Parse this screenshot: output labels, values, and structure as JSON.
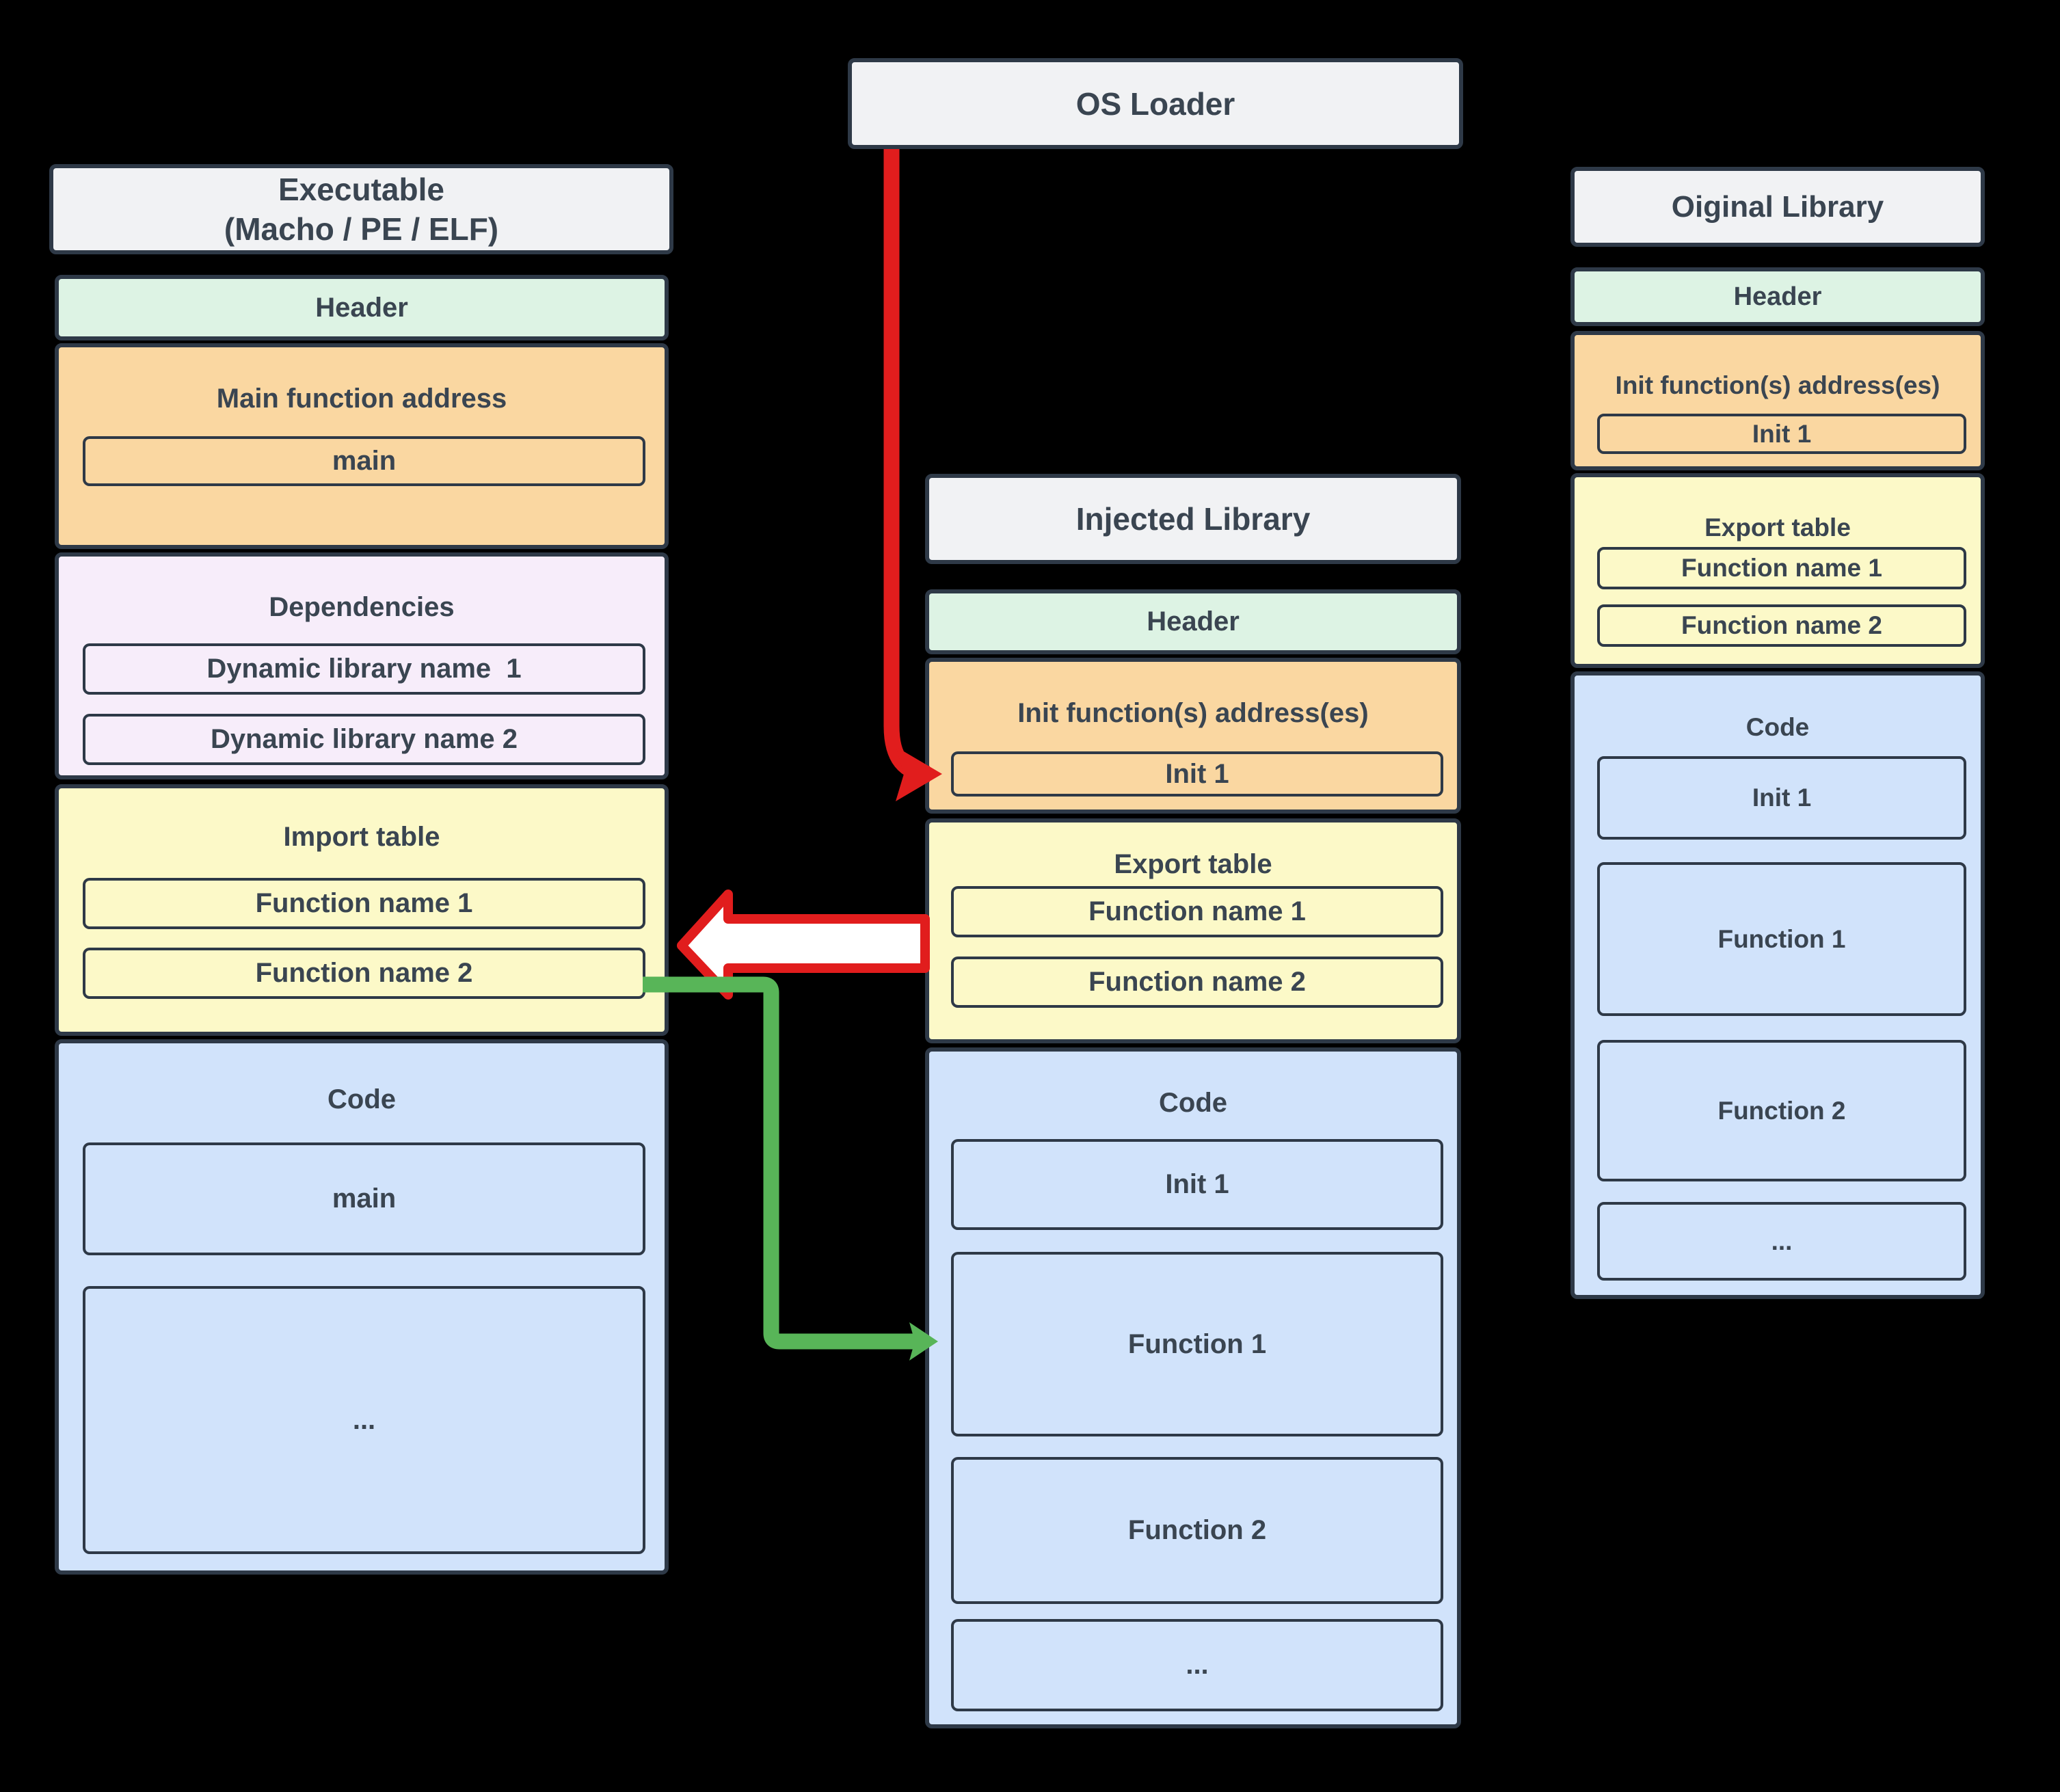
{
  "colors": {
    "background": "#000000",
    "title_box": "#f1f2f4",
    "header_section": "#ddf3e4",
    "address_section": "#fad7a1",
    "dependencies_section": "#f7edfa",
    "table_section": "#fcf9c8",
    "code_section": "#d1e3fb",
    "border": "#2e3947",
    "text": "#3a4551",
    "red_arrow": "#e11d1d",
    "white_arrow_fill": "#ffffff",
    "green_arrow": "#58b558"
  },
  "os_loader": {
    "title": "OS Loader"
  },
  "executable": {
    "title_line1": "Executable",
    "title_line2": "(Macho / PE / ELF)",
    "header": "Header",
    "main_addr": {
      "label": "Main function address",
      "item": "main"
    },
    "dependencies": {
      "label": "Dependencies",
      "item1": "Dynamic library name  1",
      "item2": "Dynamic library name 2"
    },
    "import_table": {
      "label": "Import table",
      "item1": "Function name 1",
      "item2": "Function name 2"
    },
    "code": {
      "label": "Code",
      "item1": "main",
      "item2": "..."
    }
  },
  "injected_library": {
    "title": "Injected Library",
    "header": "Header",
    "init_addr": {
      "label": "Init function(s) address(es)",
      "item": "Init 1"
    },
    "export_table": {
      "label": "Export table",
      "item1": "Function name 1",
      "item2": "Function name 2"
    },
    "code": {
      "label": "Code",
      "item1": "Init 1",
      "item2": "Function 1",
      "item3": "Function 2",
      "item4": "..."
    }
  },
  "original_library": {
    "title": "Oiginal Library",
    "header": "Header",
    "init_addr": {
      "label": "Init function(s) address(es)",
      "item": "Init 1"
    },
    "export_table": {
      "label": "Export table",
      "item1": "Function name 1",
      "item2": "Function name 2"
    },
    "code": {
      "label": "Code",
      "item1": "Init 1",
      "item2": "Function 1",
      "item3": "Function 2",
      "item4": "..."
    }
  }
}
